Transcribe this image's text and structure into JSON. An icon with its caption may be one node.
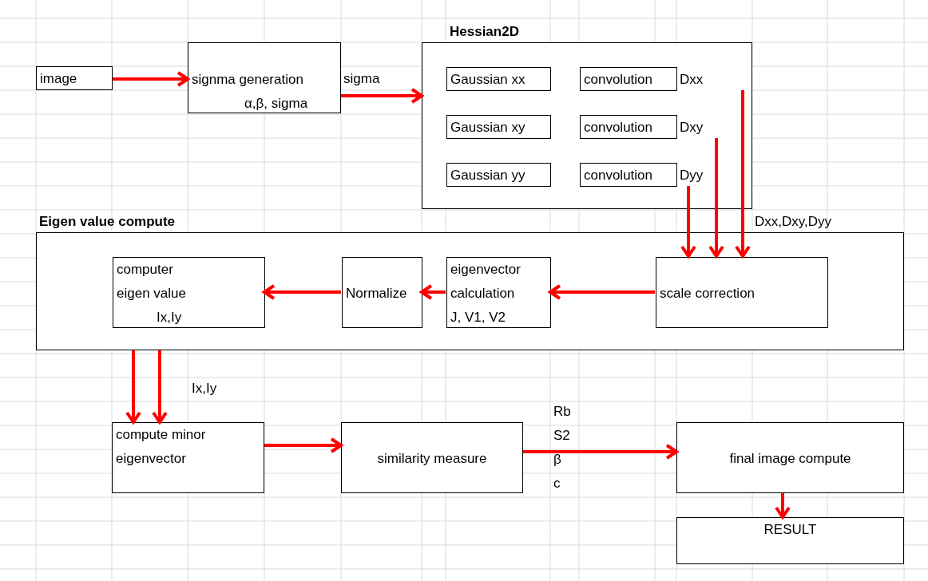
{
  "diagram": {
    "nodes": [
      {
        "text": [
          "image"
        ]
      },
      {
        "text": [
          "signma generation",
          "α,β,  sigma"
        ]
      },
      {
        "text": [
          "Hessian2D"
        ]
      },
      {
        "text": [
          "Gaussian xx"
        ],
        "in": 2
      },
      {
        "text": [
          "convolution"
        ],
        "in": 2,
        "beside": [
          "Dxx"
        ]
      },
      {
        "text": [
          "Gaussian xy"
        ],
        "in": 2
      },
      {
        "text": [
          "convolution"
        ],
        "in": 2,
        "beside": [
          "Dxy"
        ]
      },
      {
        "text": [
          "Gaussian yy"
        ],
        "in": 2
      },
      {
        "text": [
          "convolution"
        ],
        "in": 2,
        "beside": [
          "Dyy"
        ]
      },
      {
        "text": [
          "Eigen value compute"
        ]
      },
      {
        "text": [
          "computer eigen value",
          "Ix,Iy"
        ],
        "in": 9
      },
      {
        "text": [
          "Normalize"
        ],
        "in": 9
      },
      {
        "text": [
          "eigenvector calculation",
          "J, V1, V2"
        ],
        "in": 9
      },
      {
        "text": [
          "scale correction"
        ],
        "in": 9
      },
      {
        "text": [
          "compute minor eigenvector"
        ]
      },
      {
        "text": [
          "similarity measure"
        ]
      },
      {
        "text": [
          "final image compute"
        ]
      },
      {
        "text": [
          "RESULT"
        ]
      }
    ],
    "edges": [
      {
        "from": 0,
        "to": 1,
        "arrow": "to"
      },
      {
        "from": 1,
        "to": 2,
        "arrow": "to",
        "label": "sigma"
      },
      {
        "from": 4,
        "to": 13,
        "arrow": "to"
      },
      {
        "from": 6,
        "to": 13,
        "arrow": "to"
      },
      {
        "from": 8,
        "to": 13,
        "arrow": "to"
      },
      {
        "from": 13,
        "to": 12,
        "arrow": "to"
      },
      {
        "from": 12,
        "to": 11,
        "arrow": "to"
      },
      {
        "from": 11,
        "to": 10,
        "arrow": "to"
      },
      {
        "from": 9,
        "to": 14,
        "arrow": "to"
      },
      {
        "from": 9,
        "to": 14,
        "arrow": "to",
        "label": "Ix,Iy"
      },
      {
        "from": 14,
        "to": 15,
        "arrow": "to"
      },
      {
        "from": 15,
        "to": 16,
        "arrow": "to"
      },
      {
        "from": 16,
        "to": 17,
        "arrow": "to"
      }
    ],
    "labels": [
      "Dxx,Dxy,Dyy",
      "Rb",
      "S2",
      "β",
      "c"
    ]
  }
}
